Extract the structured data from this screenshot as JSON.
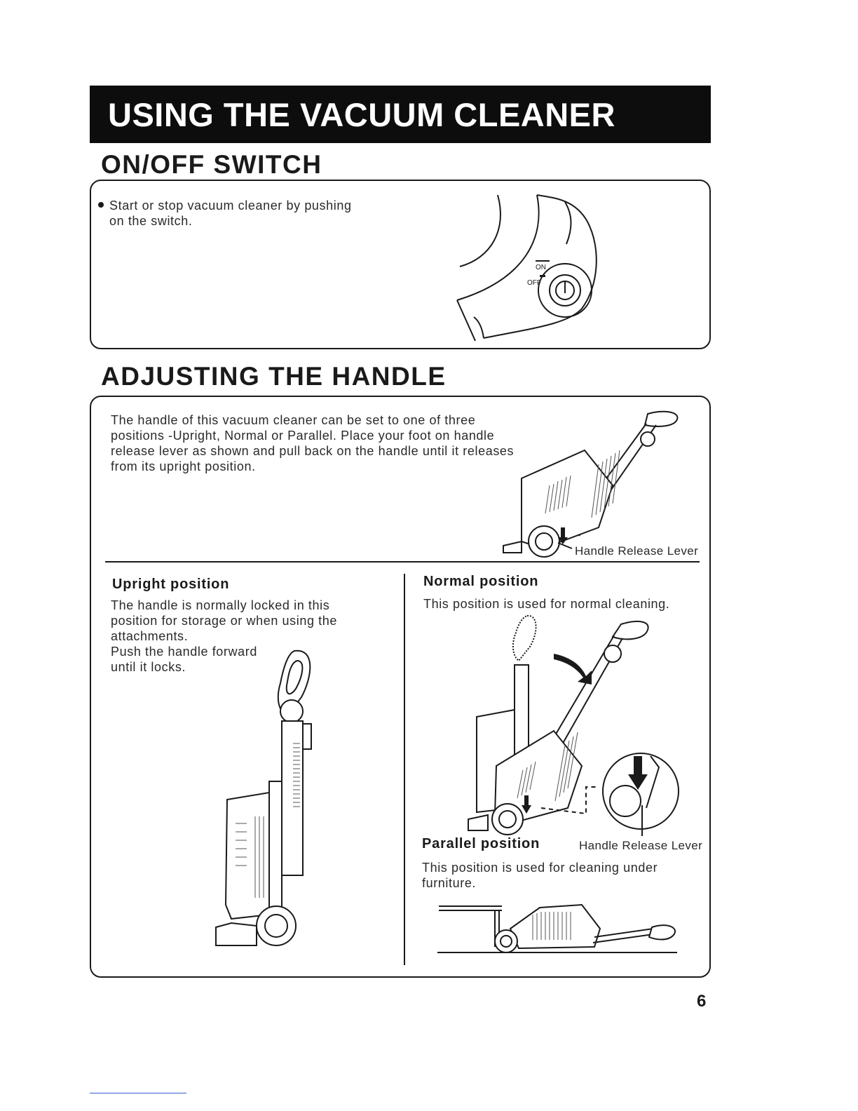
{
  "header": {
    "title": "USING THE VACUUM CLEANER"
  },
  "onoff": {
    "heading": "ON/OFF SWITCH",
    "text": "Start or stop vacuum cleaner by pushing on the switch.",
    "diagram": {
      "on_label": "ON",
      "off_label": "OFF"
    }
  },
  "adjust": {
    "heading": "ADJUSTING THE HANDLE",
    "intro": "The handle of this vacuum cleaner can be set to one of three positions -Upright, Normal or Parallel. Place your foot on handle release lever as shown and pull back on the handle until it releases from its upright position.",
    "lever_label": "Handle Release Lever",
    "upright": {
      "title": "Upright position",
      "text": "The handle is normally locked in this position for storage or when using the attachments.",
      "text2": "Push the handle forward until it locks."
    },
    "normal": {
      "title": "Normal position",
      "text": "This position is used for normal cleaning."
    },
    "parallel": {
      "title": "Parallel position",
      "lever_label": "Handle Release Lever",
      "text": "This position is used for cleaning under furniture."
    }
  },
  "page": {
    "number": "6"
  }
}
